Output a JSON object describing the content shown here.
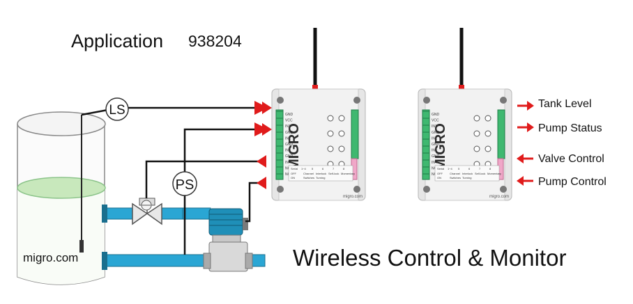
{
  "header": {
    "title": "Application",
    "code": "938204"
  },
  "footer": {
    "subtitle": "Wireless Control & Monitor"
  },
  "tank": {
    "website": "migro.com"
  },
  "sensors": {
    "level_switch": "LS",
    "pressure_switch": "PS"
  },
  "device": {
    "brand": "MIGRO",
    "website": "migro.com",
    "pins": [
      "GND",
      "VCC",
      "IN1",
      "GND",
      "IN2",
      "GND",
      "IN3",
      "GND",
      "IN4",
      "NC",
      "NO"
    ],
    "table_header": [
      "Serial",
      "1~4",
      "5",
      "6",
      "7",
      "8"
    ],
    "table_row1": [
      "OFF",
      "Channel",
      "Interlock",
      "Self-lock",
      "Momentary"
    ],
    "table_row2": [
      "ON",
      "Switches",
      "Turning"
    ]
  },
  "io_labels": {
    "tank_level": "Tank Level",
    "pump_status": "Pump Status",
    "valve_control": "Valve Control",
    "pump_control": "Pump Control"
  },
  "colors": {
    "water": "#3fb0d6",
    "pipe": "#2aa6d4",
    "pump": "#1f8fb8",
    "arrow": "#e01b1b",
    "terminal": "#3fb870",
    "antenna_tip": "#e01b1b",
    "module_body": "#f2f2f2",
    "tank_liquid": "#c8e8bc"
  }
}
